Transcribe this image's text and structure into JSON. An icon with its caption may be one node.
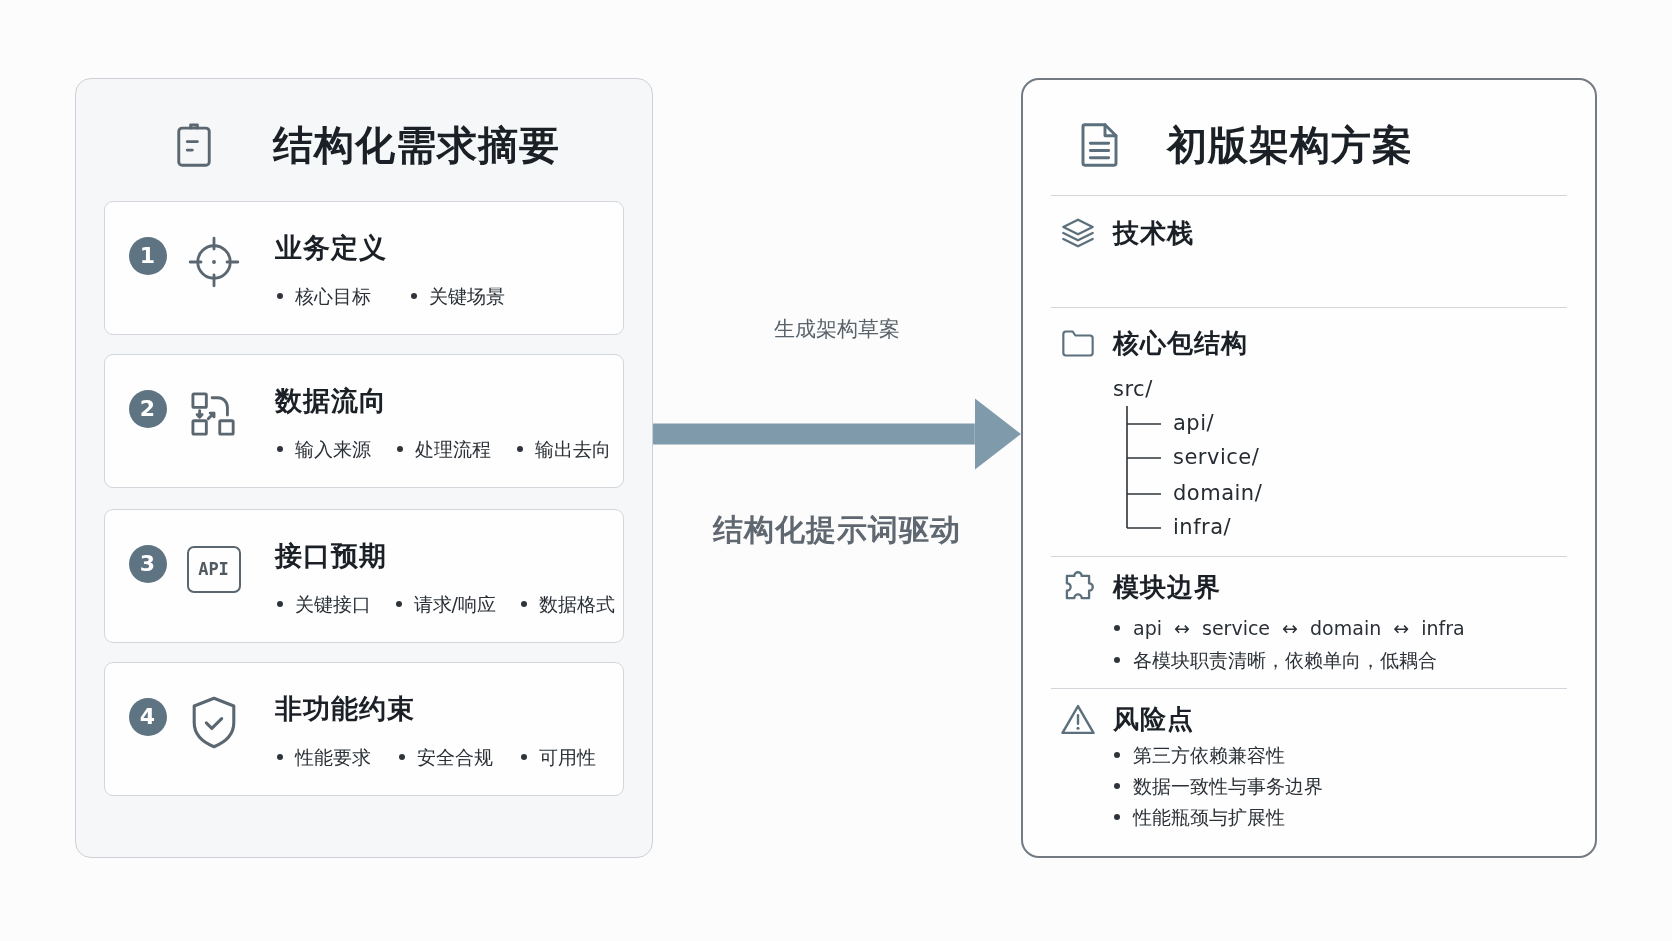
{
  "diagram": {
    "nodes": [
      {
        "text": [
          "结构化需求摘要"
        ]
      },
      {
        "text": [
          "1",
          "业务定义",
          "核心目标",
          "关键场景"
        ],
        "in": 0
      },
      {
        "text": [
          "2",
          "数据流向",
          "输入来源",
          "处理流程",
          "输出去向"
        ],
        "in": 0
      },
      {
        "text": [
          "3",
          "API",
          "接口预期",
          "关键接口",
          "请求/响应",
          "数据格式"
        ],
        "in": 0
      },
      {
        "text": [
          "4",
          "非功能约束",
          "性能要求",
          "安全合规",
          "可用性"
        ],
        "in": 0
      },
      {
        "text": [
          "初版架构方案"
        ]
      },
      {
        "text": [
          "技术栈"
        ],
        "in": 5
      },
      {
        "text": [
          "核心包结构",
          "src/",
          "api/",
          "service/",
          "domain/",
          "infra/"
        ],
        "in": 5
      },
      {
        "text": [
          "模块边界",
          "api ↔ service ↔ domain ↔ infra",
          "各模块职责清晰，依赖单向，低耦合"
        ],
        "in": 5
      },
      {
        "text": [
          "风险点",
          "第三方依赖兼容性",
          "数据一致性与事务边界",
          "性能瓶颈与扩展性"
        ],
        "in": 5
      }
    ],
    "edges": [
      {
        "from": 0,
        "to": 5,
        "arrow": "to",
        "label": "生成架构草案"
      }
    ],
    "labels": [
      "结构化提示词驱动"
    ]
  }
}
